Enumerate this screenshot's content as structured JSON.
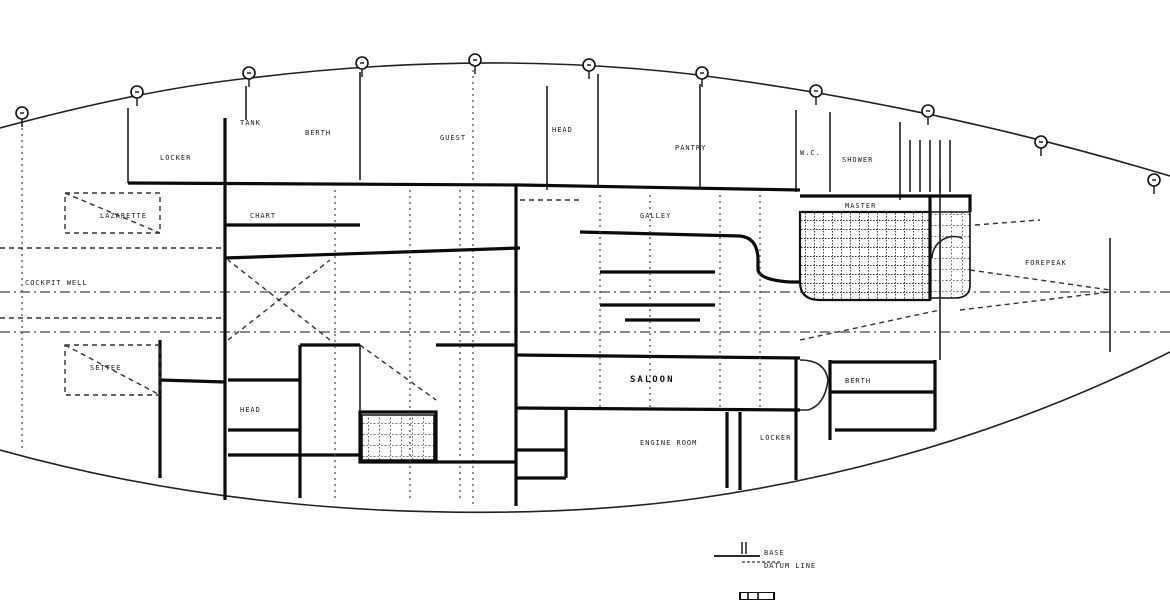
{
  "drawing": {
    "watermark": "",
    "labels": {
      "saloon": "SALOON",
      "engine_room": "ENGINE ROOM",
      "galley": "GALLEY",
      "forepeak": "FOREPEAK",
      "lazarette": "LAZARETTE",
      "master": "MASTER",
      "guest": "GUEST",
      "head": "HEAD",
      "shower": "SHOWER",
      "settee": "SETTEE",
      "chart": "CHART",
      "locker": "LOCKER",
      "pantry": "PANTRY",
      "wc": "W.C.",
      "berth": "BERTH",
      "cockpit_well": "COCKPIT WELL",
      "tank": "TANK"
    },
    "scale_bar": {
      "line1": "BASE",
      "line2": "DATUM LINE"
    },
    "frame_count": 11,
    "colors": {
      "ink": "#111111",
      "paper": "#ffffff"
    }
  }
}
